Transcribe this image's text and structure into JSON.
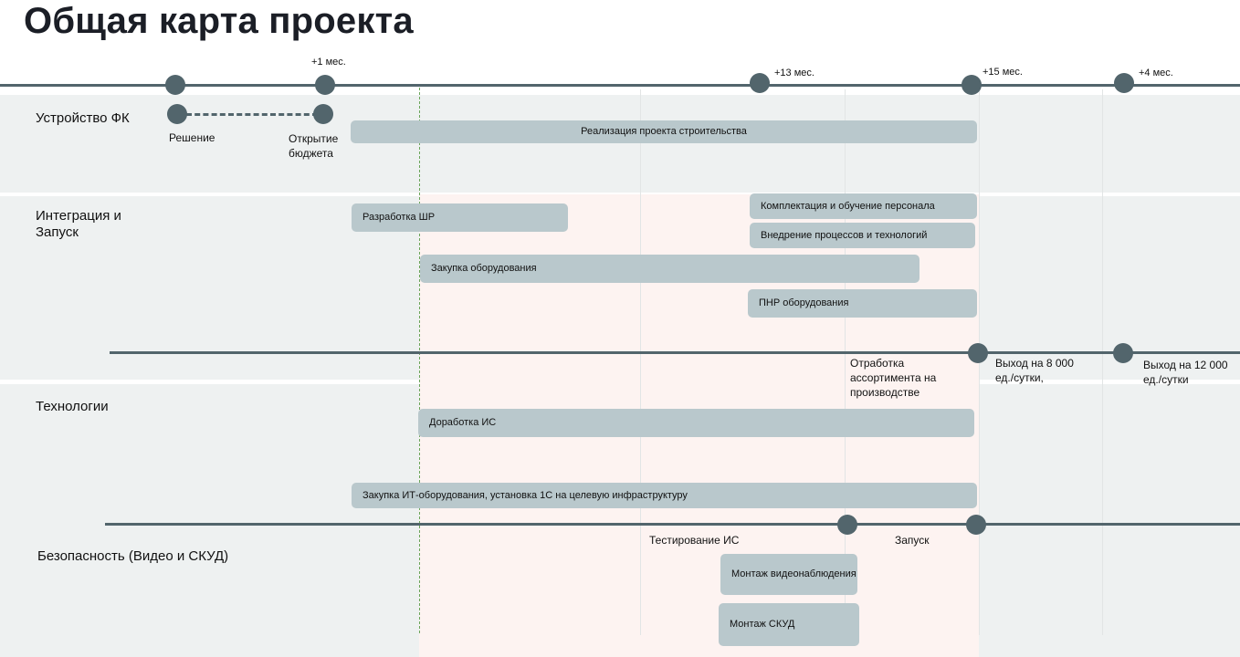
{
  "title": "Общая карта проекта",
  "timeline_labels": {
    "m1": "+1 мес.",
    "m13": "+13 мес.",
    "m15": "+15 мес.",
    "m4": "+4 мес."
  },
  "groups": {
    "fk": "Устройство ФК",
    "integration": "Интеграция и Запуск",
    "tech": "Технологии",
    "security": "Безопасность (Видео и СКУД)"
  },
  "milestones": {
    "decision": "Решение",
    "budget": "Открытие бюджета",
    "assortment": "Отработка ассортимента на производстве",
    "out8000": "Выход на 8 000 ед./сутки,",
    "out12000": "Выход на 12 000 ед./сутки",
    "testing": "Тестирование ИС",
    "launch": "Запуск"
  },
  "bars": {
    "construction": "Реализация проекта строительства",
    "shr": "Разработка ШР",
    "staff": "Комплектация  и обучение персонала",
    "processes": "Внедрение процессов и технологий",
    "equipment": "Закупка оборудования",
    "pnr": "ПНР оборудования",
    "is_dev": "Доработка ИС",
    "it": "Закупка  ИТ-оборудования, установка 1С на целевую инфраструктуру",
    "video": "Монтаж видеонаблюдения",
    "skud": "Монтаж СКУД"
  },
  "colors": {
    "line": "#52656c",
    "bar": "#b9c8cc",
    "band": "#eef1f1",
    "highlight": "#fdf3f1",
    "today": "#6aa55a"
  }
}
